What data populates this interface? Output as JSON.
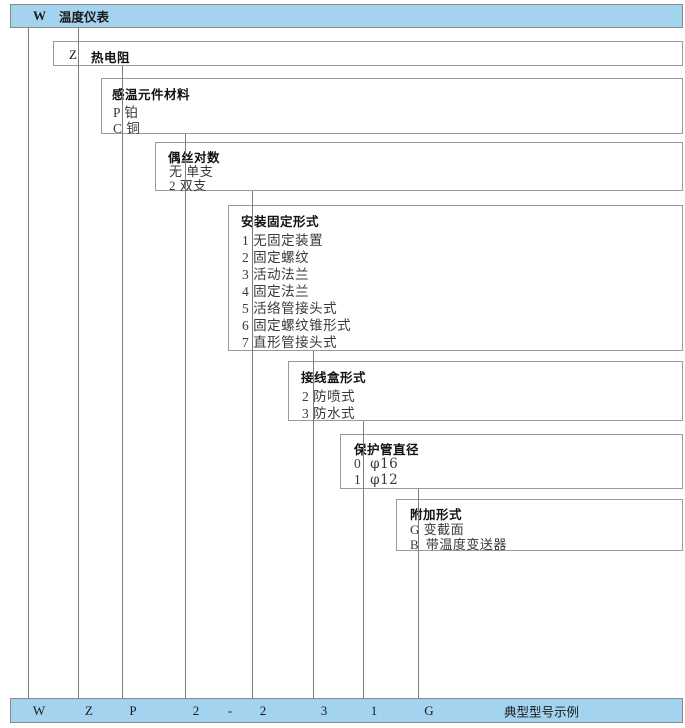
{
  "header": {
    "code": "W",
    "label": "温度仪表"
  },
  "levels": [
    {
      "id": "thermal-resistance",
      "code": "Z",
      "title": "热电阻",
      "title_inline": true,
      "items": []
    },
    {
      "id": "sensing-element-material",
      "title": "感温元件材料",
      "items": [
        {
          "code": "P",
          "label": "铂"
        },
        {
          "code": "C",
          "label": "铜"
        }
      ]
    },
    {
      "id": "wire-pair-count",
      "title": "偶丝对数",
      "items": [
        {
          "code": "无",
          "label": "单支"
        },
        {
          "code": "2",
          "label": "双支"
        }
      ]
    },
    {
      "id": "mounting-fixing-type",
      "title": "安装固定形式",
      "items": [
        {
          "code": "1",
          "label": "无固定装置"
        },
        {
          "code": "2",
          "label": "固定螺纹"
        },
        {
          "code": "3",
          "label": "活动法兰"
        },
        {
          "code": "4",
          "label": "固定法兰"
        },
        {
          "code": "5",
          "label": "活络管接头式"
        },
        {
          "code": "6",
          "label": "固定螺纹锥形式"
        },
        {
          "code": "7",
          "label": "直形管接头式"
        }
      ]
    },
    {
      "id": "junction-box-type",
      "title": "接线盒形式",
      "items": [
        {
          "code": "2",
          "label": "防喷式"
        },
        {
          "code": "3",
          "label": "防水式"
        }
      ]
    },
    {
      "id": "protection-tube-diameter",
      "title": "保护管直径",
      "items": [
        {
          "code": "0",
          "label": "φ16"
        },
        {
          "code": "1",
          "label": "φ12"
        }
      ]
    },
    {
      "id": "additional-type",
      "title": "附加形式",
      "items": [
        {
          "code": "G",
          "label": "变截面"
        },
        {
          "code": "B",
          "label": "带温度变送器"
        }
      ]
    }
  ],
  "model_bar": {
    "slots": [
      "W",
      "Z",
      "P",
      "2",
      "-",
      "2",
      "3",
      "1",
      "G"
    ],
    "note": "典型型号示例"
  },
  "colors": {
    "bar_fill": "#a3d3ef",
    "bar_border": "#8a8a8a",
    "box_border": "#9a9a9a",
    "line": "#7c7c7c",
    "text": "#1a1a1a",
    "item_text": "#3a3a3a"
  }
}
